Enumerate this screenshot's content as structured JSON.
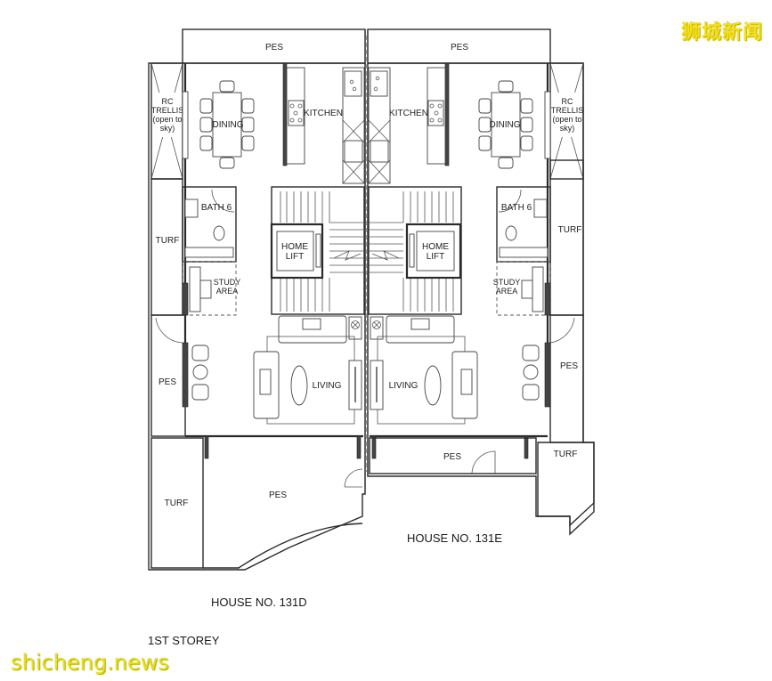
{
  "drawing": {
    "title": "1ST STOREY",
    "houses": [
      {
        "id": "left",
        "label": "HOUSE NO. 131D"
      },
      {
        "id": "right",
        "label": "HOUSE NO. 131E"
      }
    ]
  },
  "rooms": {
    "left": {
      "pes_top": "PES",
      "trellis": [
        "RC",
        "TRELLIS",
        "(open to",
        "sky)"
      ],
      "dining": "DINING",
      "kitchen": "KITCHEN",
      "bath": "BATH 6",
      "turf_side": "TURF",
      "home_lift": [
        "HOME",
        "LIFT"
      ],
      "study": [
        "STUDY",
        "AREA"
      ],
      "pes_side": "PES",
      "living": "LIVING",
      "pes_front": "PES",
      "turf_front": "TURF"
    },
    "right": {
      "pes_top": "PES",
      "trellis": [
        "RC",
        "TRELLIS",
        "(open to",
        "sky)"
      ],
      "dining": "DINING",
      "kitchen": "KITCHEN",
      "bath": "BATH 6",
      "turf_side": "TURF",
      "home_lift": [
        "HOME",
        "LIFT"
      ],
      "study": [
        "STUDY",
        "AREA"
      ],
      "pes_side": "PES",
      "living": "LIVING",
      "pes_front": "PES",
      "turf_front": "TURF"
    }
  },
  "watermarks": {
    "top_right": "狮城新闻",
    "bottom_left": "shicheng.news"
  },
  "colors": {
    "line": "#2a2a2a",
    "watermark": "#f2e018",
    "background": "#ffffff"
  }
}
